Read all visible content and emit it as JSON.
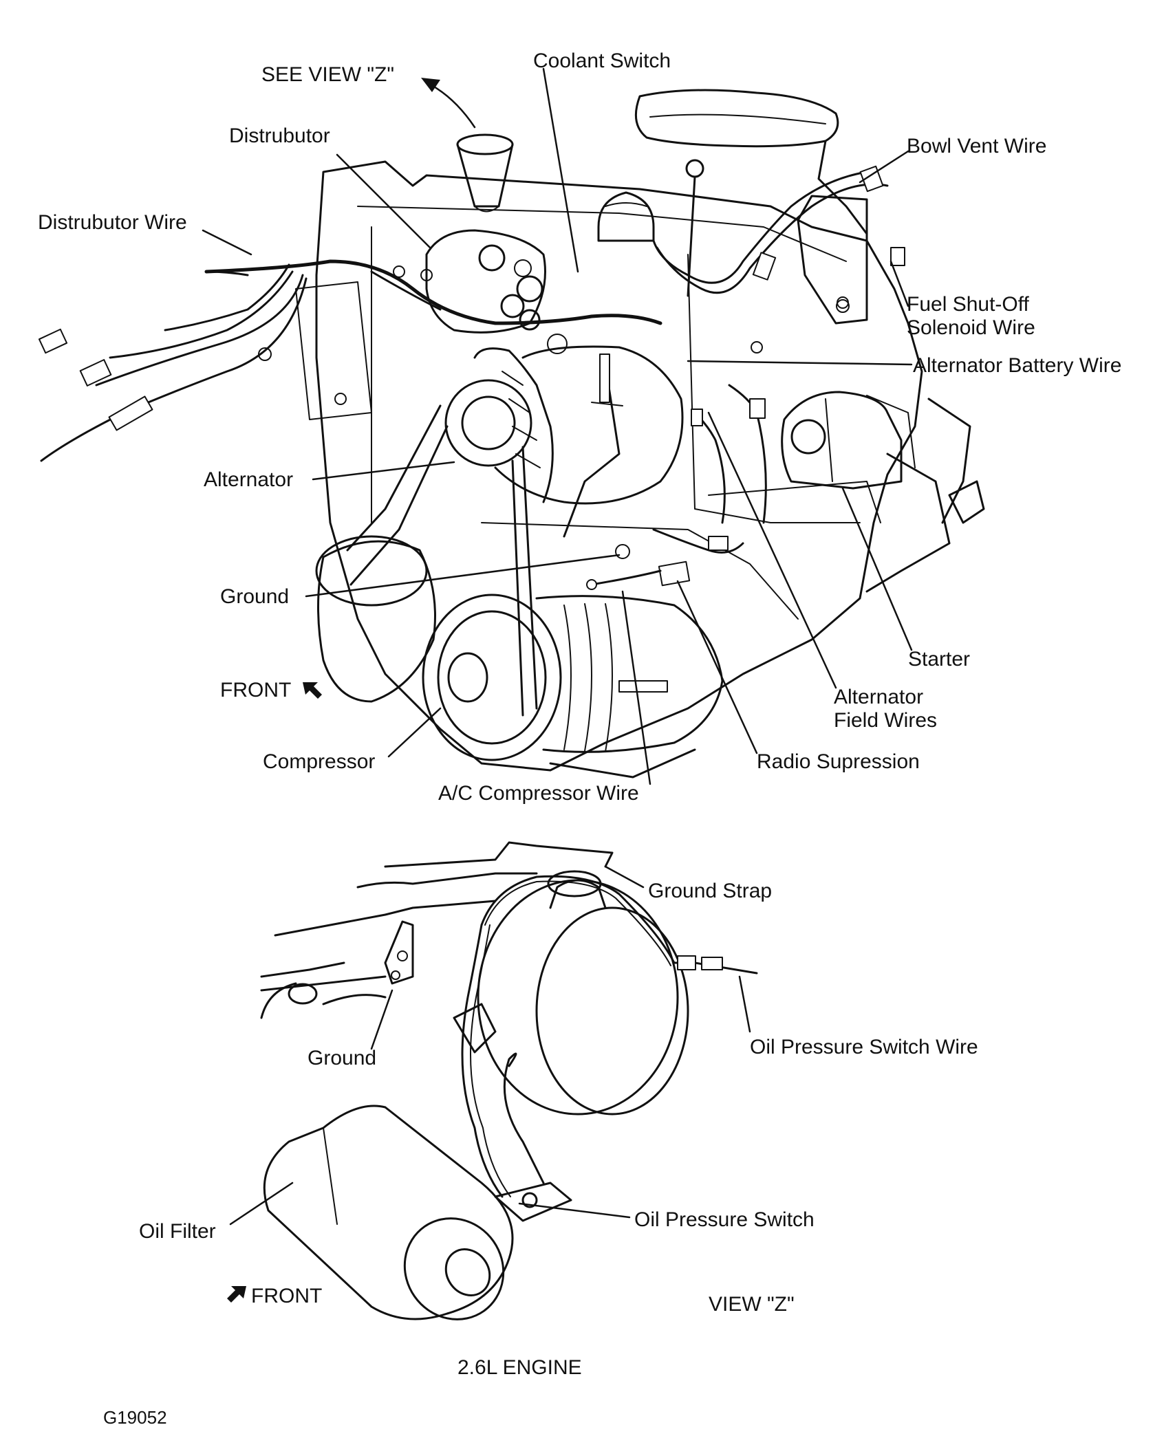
{
  "labels": {
    "see_view_z": "SEE VIEW \"Z\"",
    "coolant_switch": "Coolant Switch",
    "distributor": "Distrubutor",
    "bowl_vent_wire": "Bowl Vent Wire",
    "distributor_wire": "Distrubutor Wire",
    "fuel_shutoff_line1": "Fuel Shut-Off",
    "fuel_shutoff_line2": "Solenoid Wire",
    "alternator_battery_wire": "Alternator Battery Wire",
    "alternator": "Alternator",
    "ground_top": "Ground",
    "starter": "Starter",
    "front_top": "FRONT",
    "alternator_field_line1": "Alternator",
    "alternator_field_line2": "Field Wires",
    "compressor": "Compressor",
    "radio_suppression": "Radio Supression",
    "ac_compressor_wire": "A/C Compressor Wire",
    "ground_strap": "Ground Strap",
    "ground_bottom": "Ground",
    "oil_pressure_switch_wire": "Oil Pressure Switch Wire",
    "oil_filter": "Oil Filter",
    "oil_pressure_switch": "Oil Pressure Switch",
    "front_bottom": "FRONT",
    "view_z": "VIEW \"Z\"",
    "engine": "2.6L ENGINE",
    "figure_code": "G19052"
  },
  "colors": {
    "ink": "#111111",
    "paper": "#ffffff",
    "shade": "#cfcfcf"
  }
}
